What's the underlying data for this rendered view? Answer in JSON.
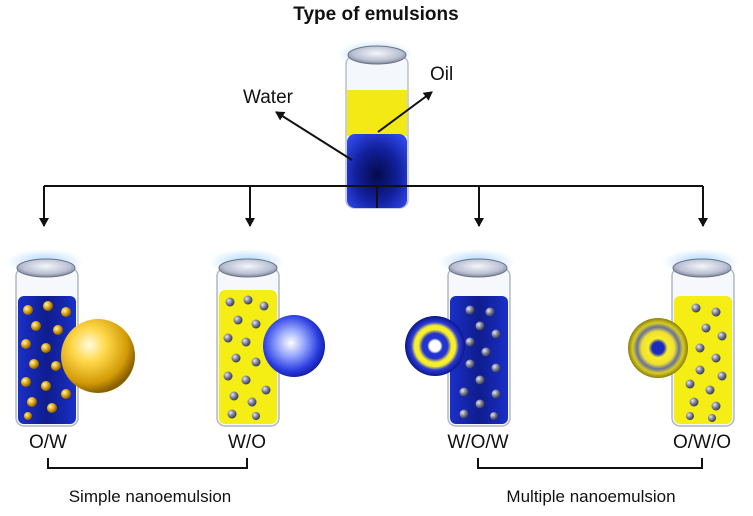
{
  "title": "Type of emulsions",
  "top_tube": {
    "label_water": "Water",
    "label_oil": "Oil"
  },
  "tubes": [
    {
      "label": "O/W"
    },
    {
      "label": "W/O"
    },
    {
      "label": "W/O/W"
    },
    {
      "label": "O/W/O"
    }
  ],
  "groups": [
    {
      "label": "Simple nanoemulsion"
    },
    {
      "label": "Multiple nanoemulsion"
    }
  ],
  "colors": {
    "water": "#1a2bbf",
    "oil": "#f5ee14",
    "arrow": "#111111"
  }
}
